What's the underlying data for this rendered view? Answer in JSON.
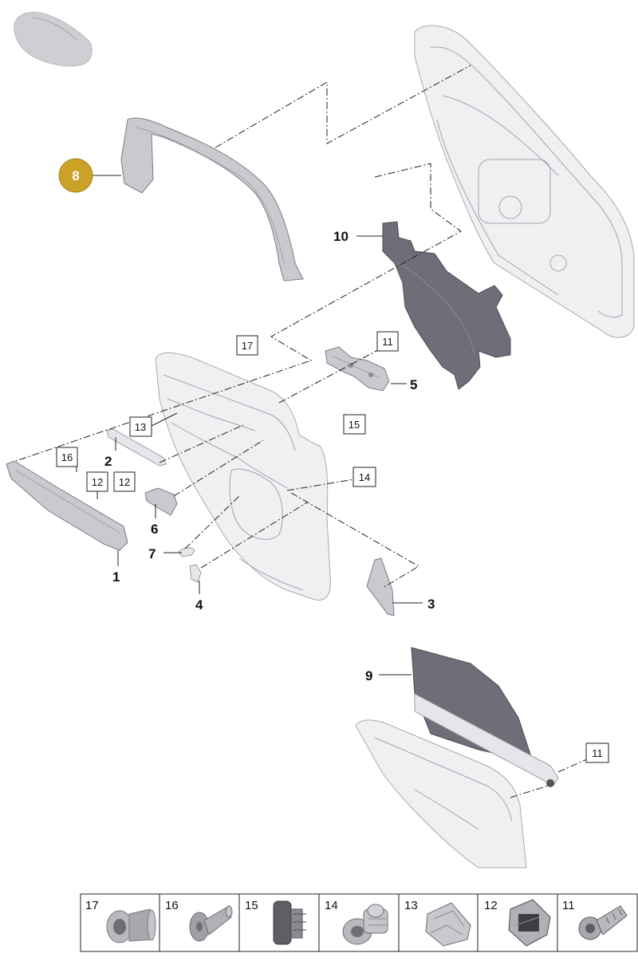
{
  "callouts": {
    "c1": "1",
    "c2": "2",
    "c3": "3",
    "c4": "4",
    "c5": "5",
    "c6": "6",
    "c7": "7",
    "c8": "8",
    "c9": "9",
    "c10": "10"
  },
  "boxed": {
    "b11a": "11",
    "b11b": "11",
    "b12a": "12",
    "b12b": "12",
    "b13": "13",
    "b14": "14",
    "b15": "15",
    "b16": "16",
    "b17": "17"
  },
  "legend": [
    {
      "num": "17",
      "icon": "grommet-icon"
    },
    {
      "num": "16",
      "icon": "rivet-icon"
    },
    {
      "num": "15",
      "icon": "clip-plug-icon"
    },
    {
      "num": "14",
      "icon": "spreader-nut-icon"
    },
    {
      "num": "13",
      "icon": "spring-clip-icon"
    },
    {
      "num": "12",
      "icon": "retaining-clip-icon"
    },
    {
      "num": "11",
      "icon": "screw-icon"
    }
  ],
  "colors": {
    "highlight": "#c9a227",
    "part_dark": "#6e6e78"
  }
}
